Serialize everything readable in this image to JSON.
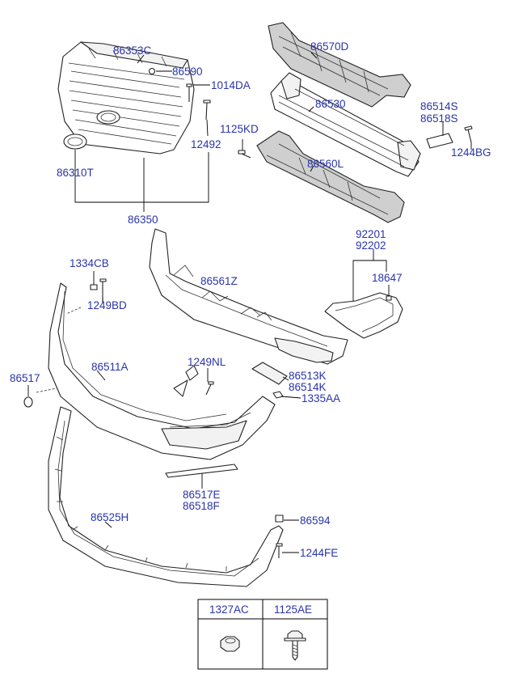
{
  "labels": {
    "86353C": "86353C",
    "86590": "86590",
    "1014DA": "1014DA",
    "12492": "12492",
    "86310T": "86310T",
    "86350": "86350",
    "86570D": "86570D",
    "86530": "86530",
    "86514S": "86514S",
    "86518S": "86518S",
    "1125KD": "1125KD",
    "1244BG": "1244BG",
    "86560L": "86560L",
    "92201": "92201",
    "92202": "92202",
    "18647": "18647",
    "1334CB": "1334CB",
    "1249BD": "1249BD",
    "86561Z": "86561Z",
    "86517": "86517",
    "86511A": "86511A",
    "1249NL": "1249NL",
    "86513K": "86513K",
    "86514K": "86514K",
    "1335AA": "1335AA",
    "86517E": "86517E",
    "86518F": "86518F",
    "86525H": "86525H",
    "86594": "86594",
    "1244FE": "1244FE"
  },
  "table": {
    "col1": "1327AC",
    "col2": "1125AE"
  }
}
